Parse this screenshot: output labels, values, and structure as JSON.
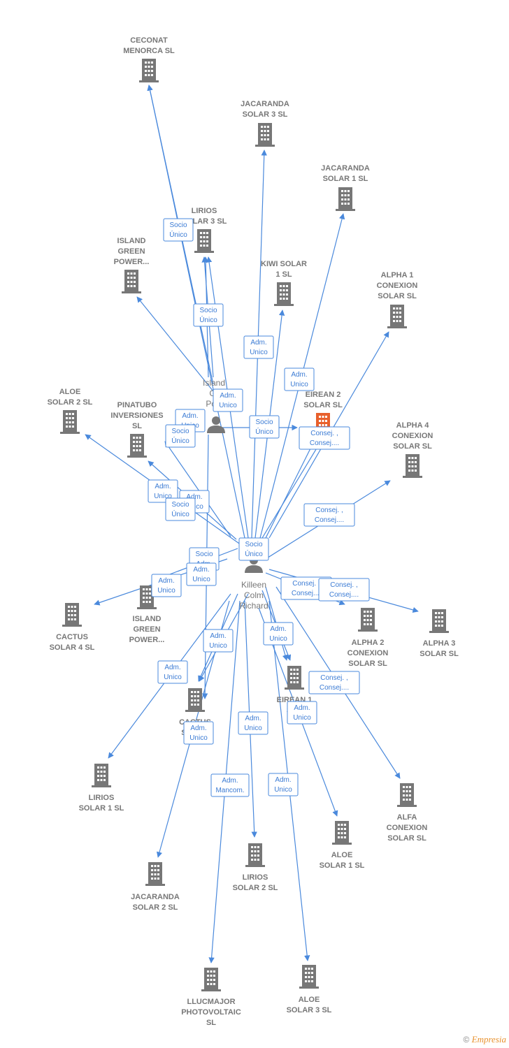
{
  "colors": {
    "edge": "#4a89dc",
    "building": "#777777",
    "building_highlight": "#e8602c",
    "label": "#777777"
  },
  "persons": [
    {
      "id": "killeen",
      "lines": [
        "Killeen",
        "Colm",
        "Richard"
      ]
    },
    {
      "id": "island_person",
      "lines": [
        "Island",
        "Gr",
        "Pow"
      ]
    }
  ],
  "companies": [
    {
      "id": "ceconat",
      "lines": [
        "CECONAT",
        "MENORCA SL"
      ]
    },
    {
      "id": "jac3",
      "lines": [
        "JACARANDA",
        "SOLAR 3 SL"
      ]
    },
    {
      "id": "jac1",
      "lines": [
        "JACARANDA",
        "SOLAR 1 SL"
      ]
    },
    {
      "id": "lirios3",
      "lines": [
        "LIRIOS",
        "SOLAR 3 SL"
      ]
    },
    {
      "id": "island1",
      "lines": [
        "ISLAND",
        "GREEN",
        "POWER..."
      ]
    },
    {
      "id": "kiwi",
      "lines": [
        "KIWI SOLAR",
        "1 SL"
      ]
    },
    {
      "id": "alpha1",
      "lines": [
        "ALPHA 1",
        "CONEXION",
        "SOLAR SL"
      ]
    },
    {
      "id": "eirean2",
      "lines": [
        "EIREAN 2",
        "SOLAR SL"
      ],
      "highlight": true
    },
    {
      "id": "aloe2",
      "lines": [
        "ALOE",
        "SOLAR 2 SL"
      ]
    },
    {
      "id": "pinatubo",
      "lines": [
        "PINATUBO",
        "INVERSIONES",
        "SL"
      ]
    },
    {
      "id": "alpha4",
      "lines": [
        "ALPHA 4",
        "CONEXION",
        "SOLAR SL"
      ]
    },
    {
      "id": "cactus4",
      "lines": [
        "CACTUS",
        "SOLAR 4 SL"
      ]
    },
    {
      "id": "island2",
      "lines": [
        "ISLAND",
        "GREEN",
        "POWER..."
      ]
    },
    {
      "id": "alpha2",
      "lines": [
        "ALPHA 2",
        "CONEXION",
        "SOLAR SL"
      ]
    },
    {
      "id": "alpha3",
      "lines": [
        "ALPHA 3",
        "SOLAR SL"
      ]
    },
    {
      "id": "eirean1",
      "lines": [
        "EIREAN 1",
        "SOL"
      ]
    },
    {
      "id": "cactus",
      "lines": [
        "CACTUS",
        "SOL SL"
      ]
    },
    {
      "id": "lirios1",
      "lines": [
        "LIRIOS",
        "SOLAR 1 SL"
      ]
    },
    {
      "id": "alfa",
      "lines": [
        "ALFA",
        "CONEXION",
        "SOLAR SL"
      ]
    },
    {
      "id": "aloe1",
      "lines": [
        "ALOE",
        "SOLAR 1 SL"
      ]
    },
    {
      "id": "jac2",
      "lines": [
        "JACARANDA",
        "SOLAR 2 SL"
      ]
    },
    {
      "id": "lirios2",
      "lines": [
        "LIRIOS",
        "SOLAR 2 SL"
      ]
    },
    {
      "id": "llucmajor",
      "lines": [
        "LLUCMAJOR",
        "PHOTOVOLTAIC",
        "SL"
      ]
    },
    {
      "id": "aloe3",
      "lines": [
        "ALOE",
        "SOLAR 3 SL"
      ]
    }
  ],
  "edge_labels": [
    [
      "Socio",
      "Único"
    ],
    [
      "Socio",
      "Único"
    ],
    [
      "Adm.",
      "Unico"
    ],
    [
      "Adm.",
      "Unico"
    ],
    [
      "Adm.",
      "Unico"
    ],
    [
      "Socio",
      "Único"
    ],
    [
      "Adm.",
      "Unico"
    ],
    [
      "Socio",
      "Único"
    ],
    [
      "Consej. ,",
      "Consej...."
    ],
    [
      "Adm.",
      "Unico"
    ],
    [
      "Adm.",
      "Unico"
    ],
    [
      "Socio",
      "Único"
    ],
    [
      "Consej. ,",
      "Consej...."
    ],
    [
      "Socio",
      "Único"
    ],
    [
      "Socio",
      "Adm."
    ],
    [
      "Adm.",
      "Unico"
    ],
    [
      "Adm.",
      "Unico"
    ],
    [
      "Consej. ,",
      "Consej...."
    ],
    [
      "Consej. ,",
      "Consej...."
    ],
    [
      "Adm.",
      "Unico"
    ],
    [
      "Adm.",
      "Unico"
    ],
    [
      "Adm.",
      "Unico"
    ],
    [
      "Consej. ,",
      "Consej...."
    ],
    [
      "Adm.",
      "Unico"
    ],
    [
      "Adm.",
      "Unico"
    ],
    [
      "Adm.",
      "Unico"
    ],
    [
      "Adm.",
      "Mancom."
    ],
    [
      "Adm.",
      "Unico"
    ]
  ],
  "footer": {
    "copyright": "©",
    "brand": "Empresia"
  }
}
